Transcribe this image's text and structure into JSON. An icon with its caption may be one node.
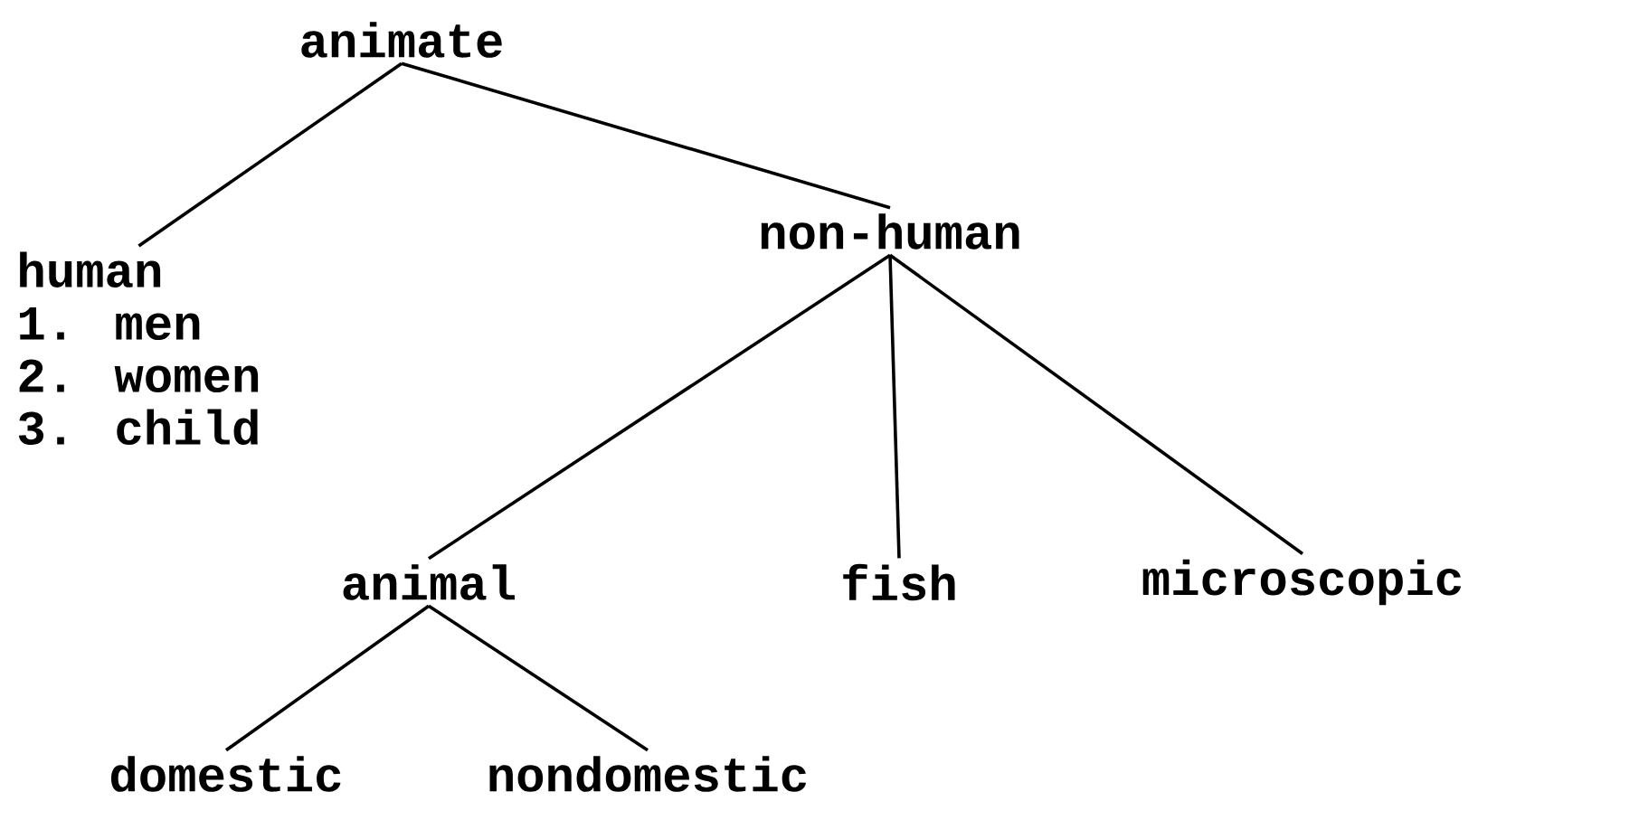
{
  "diagram": {
    "nodes": [
      {
        "text": [
          "animate"
        ]
      },
      {
        "text": [
          "human",
          "1. men",
          "2. women",
          "3. child"
        ]
      },
      {
        "text": [
          "non-human"
        ]
      },
      {
        "text": [
          "animal"
        ]
      },
      {
        "text": [
          "fish"
        ]
      },
      {
        "text": [
          "microscopic"
        ]
      },
      {
        "text": [
          "domestic"
        ]
      },
      {
        "text": [
          "nondomestic"
        ]
      }
    ],
    "edges": [
      {
        "from": 0,
        "to": 1,
        "arrow": "none"
      },
      {
        "from": 0,
        "to": 2,
        "arrow": "none"
      },
      {
        "from": 2,
        "to": 3,
        "arrow": "none"
      },
      {
        "from": 2,
        "to": 4,
        "arrow": "none"
      },
      {
        "from": 2,
        "to": 5,
        "arrow": "none"
      },
      {
        "from": 3,
        "to": 6,
        "arrow": "none"
      },
      {
        "from": 3,
        "to": 7,
        "arrow": "none"
      }
    ]
  }
}
